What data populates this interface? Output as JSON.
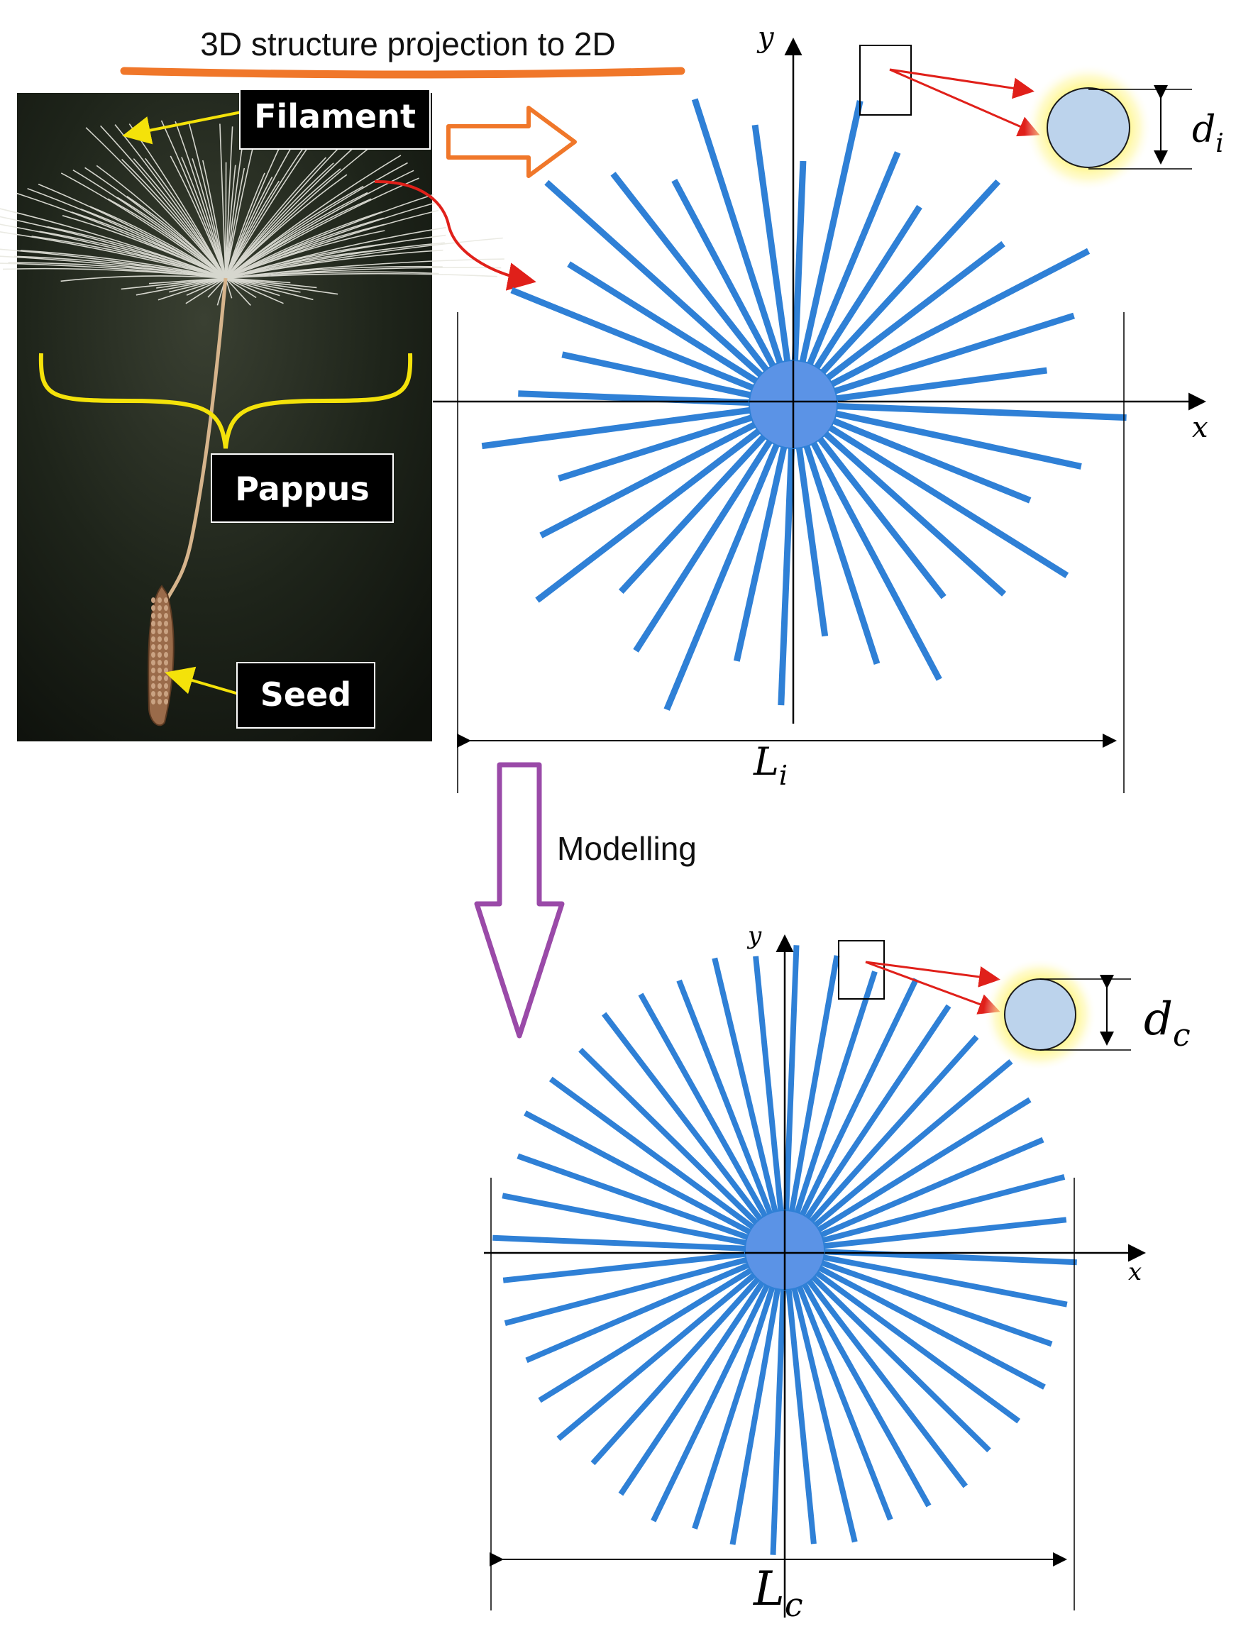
{
  "title": "3D structure projection to 2D",
  "photo": {
    "labels": {
      "filament": "Filament",
      "pappus": "Pappus",
      "seed": "Seed"
    }
  },
  "modelling_label": "Modelling",
  "top_diagram": {
    "x_axis": "x",
    "y_axis": "y",
    "diameter_label": {
      "var": "d",
      "sub": "i"
    },
    "length_label": {
      "var": "L",
      "sub": "i"
    }
  },
  "bottom_diagram": {
    "x_axis": "x",
    "y_axis": "y",
    "diameter_label": {
      "var": "d",
      "sub": "c"
    },
    "length_label": {
      "var": "L",
      "sub": "c"
    }
  },
  "colors": {
    "filament_blue": "#2f80d6",
    "hub_blue": "#5b93e6",
    "title_underline": "#f0772a",
    "projection_arrow": "#f0772a",
    "modelling_arrow": "#9a4aa8",
    "pointer_red": "#e0201a",
    "label_yellow": "#f4e20a",
    "photo_background": "#1b2116",
    "cross_section_fill": "#bcd3ec"
  },
  "icons": {
    "projection": "right-outline-arrow-icon",
    "modelling": "down-outline-arrow-icon"
  }
}
